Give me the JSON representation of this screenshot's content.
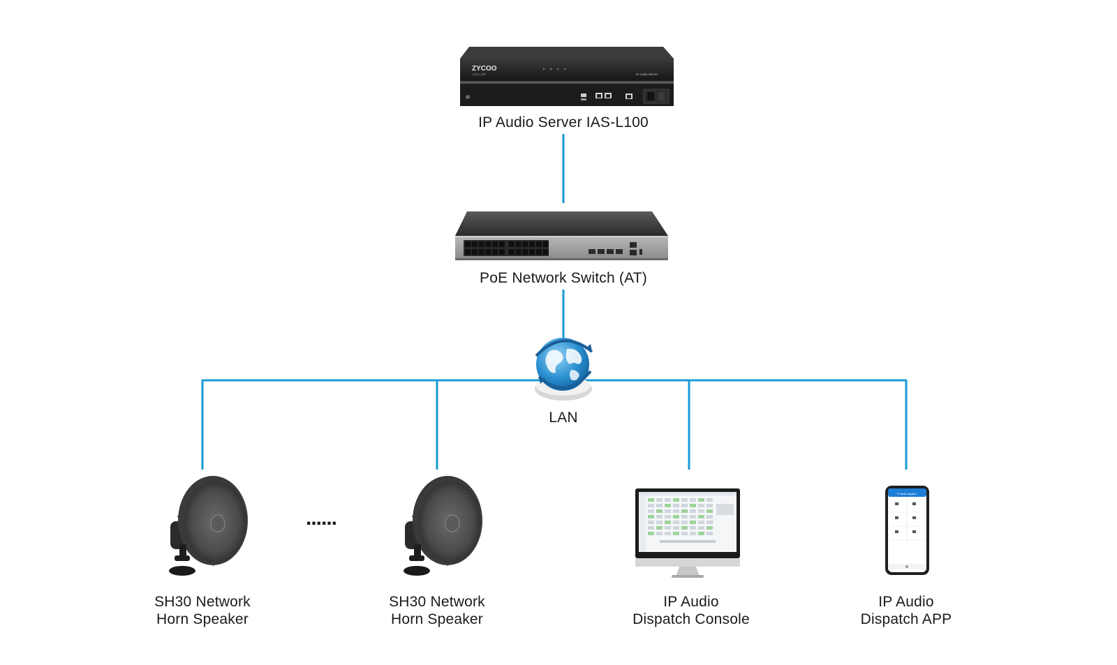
{
  "colors": {
    "link_line": "#1a9ad6",
    "device_dark": "#2b2b2b",
    "device_panel": "#1c1c1c",
    "switch_front": "#9c9c9c",
    "globe_blue": "#2a8fd0",
    "screen_accent": "#1d7ed8"
  },
  "nodes": {
    "server": {
      "label": "IP Audio Server IAS-L100",
      "icon": "rack-server-icon",
      "brand": "ZYCOO",
      "model": "IAS-L100",
      "tag": "IP Audio Server"
    },
    "switch": {
      "label": "PoE Network Switch (AT)",
      "icon": "network-switch-icon"
    },
    "lan": {
      "label": "LAN",
      "icon": "globe-network-icon"
    },
    "speaker1": {
      "line1": "SH30 Network",
      "line2": "Horn Speaker",
      "icon": "horn-speaker-icon"
    },
    "ellipsis": "......",
    "speaker2": {
      "line1": "SH30 Network",
      "line2": "Horn Speaker",
      "icon": "horn-speaker-icon"
    },
    "console": {
      "line1": "IP Audio",
      "line2": "Dispatch Console",
      "icon": "desktop-monitor-icon"
    },
    "app": {
      "line1": "IP Audio",
      "line2": "Dispatch APP",
      "icon": "smartphone-icon",
      "screen_title": "IP Audio Dispatch"
    }
  }
}
